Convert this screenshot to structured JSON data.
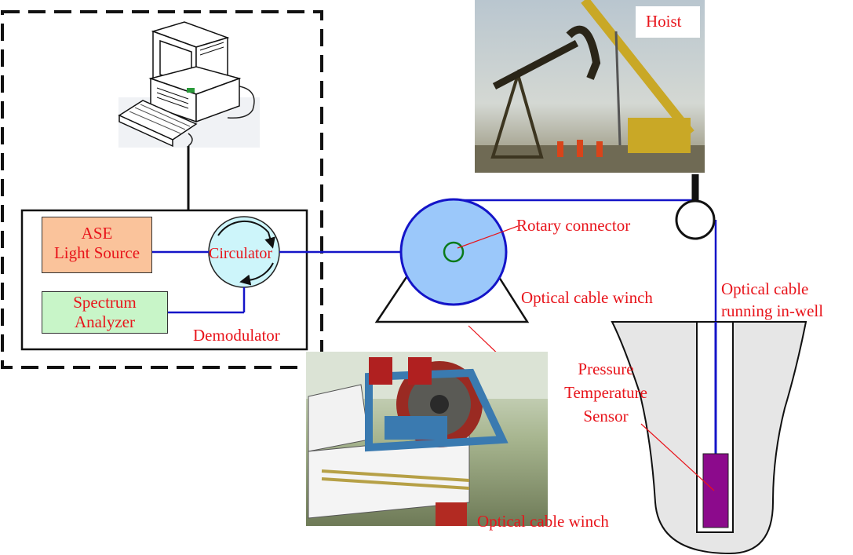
{
  "diagram": {
    "pc_group": {
      "ase_line1": "ASE",
      "ase_line2": "Light Source",
      "spectrum_line1": "Spectrum",
      "spectrum_line2": "Analyzer",
      "circulator": "Circulator",
      "demodulator": "Demodulator"
    },
    "labels": {
      "hoist": "Hoist",
      "rotary_connector": "Rotary connector",
      "winch_diagram": "Optical cable winch",
      "winch_photo": "Optical cable winch",
      "cable_line1": "Optical cable",
      "cable_line2": "running in-well",
      "sensor_line1": "Pressure",
      "sensor_line2": "Temperature",
      "sensor_line3": "Sensor"
    },
    "colors": {
      "label_red": "#e8141b",
      "fiber_blue": "#1414c8",
      "ase_fill": "#fac39b",
      "spectrum_fill": "#c8f5c8",
      "circulator_fill": "#cdf5fa",
      "winch_fill": "#9bc8fa",
      "sensor_fill": "#8c0a8c",
      "well_fill": "#e6e6e6"
    },
    "icons": {
      "computer": "desktop-computer-icon"
    }
  }
}
